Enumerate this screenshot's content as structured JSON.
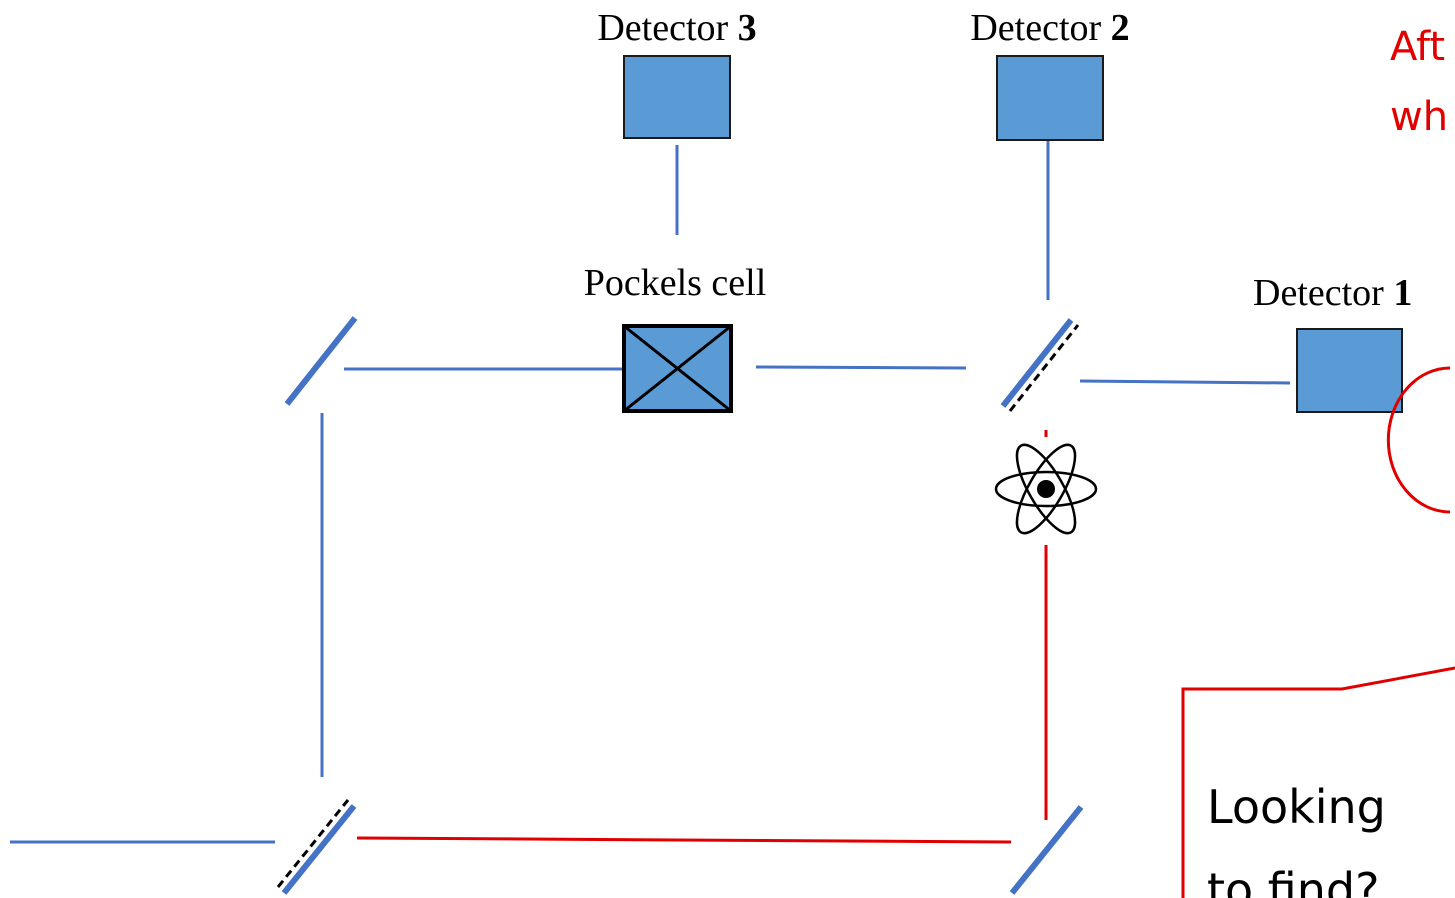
{
  "detectors": {
    "d3": {
      "name": "Detector",
      "number": "3"
    },
    "d2": {
      "name": "Detector",
      "number": "2"
    },
    "d1": {
      "name": "Detector",
      "number": "1"
    }
  },
  "pockels_label": "Pockels cell",
  "red_note": {
    "line1": "Aft",
    "line2": "wh"
  },
  "callout": {
    "line1": "Looking",
    "line2": "to find?"
  },
  "colors": {
    "beam_blue": "#4472c4",
    "beam_red": "#e00000",
    "detector_fill": "#5b9bd5",
    "outline": "#1a1a1a"
  }
}
